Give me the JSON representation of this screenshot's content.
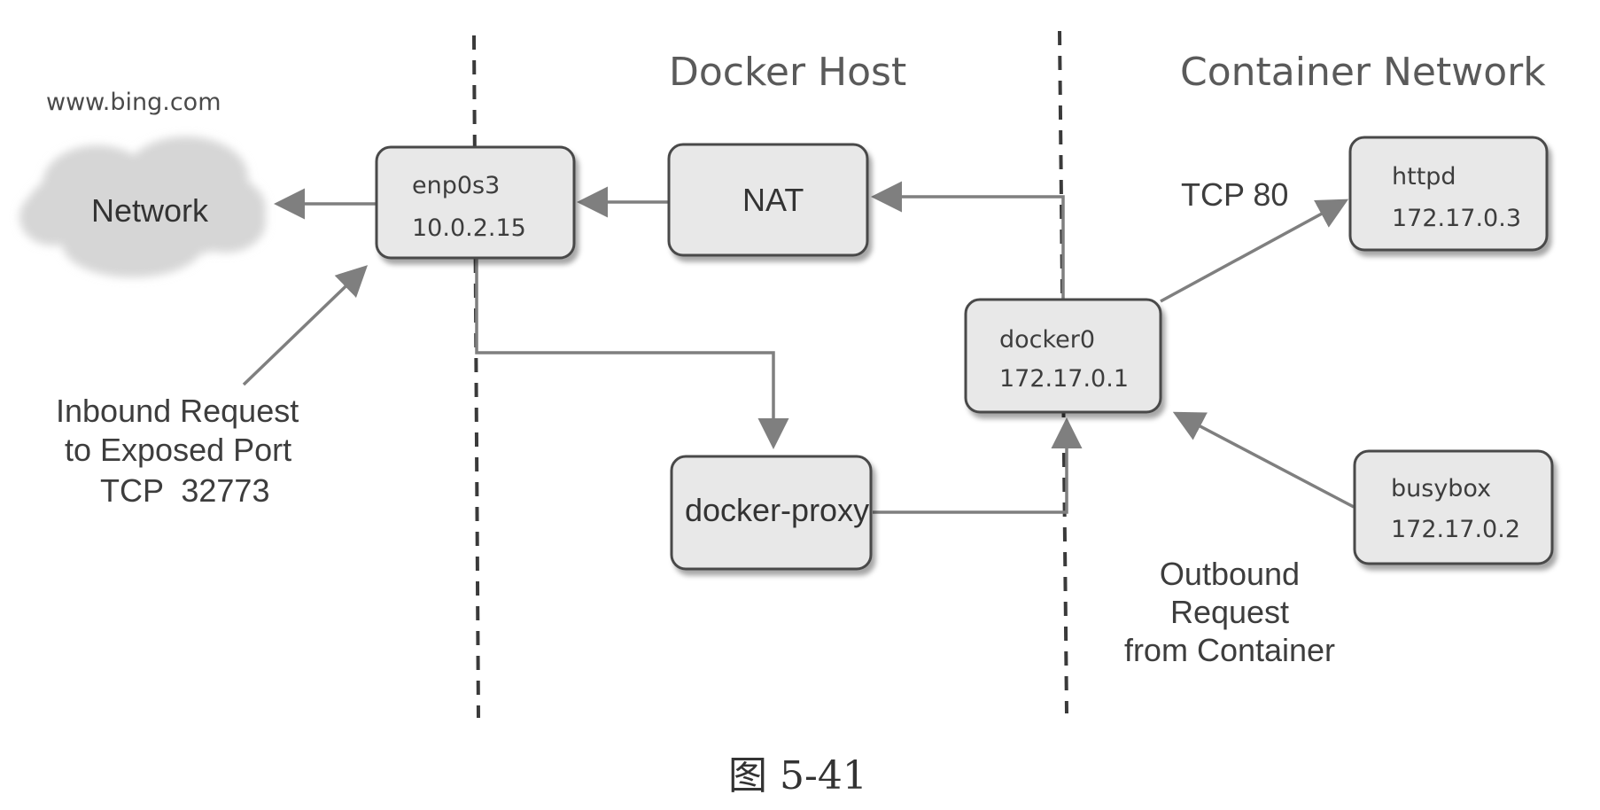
{
  "sections": {
    "host_title": "Docker Host",
    "container_title": "Container Network"
  },
  "external": {
    "site_label": "www.bing.com",
    "network_label": "Network"
  },
  "nodes": {
    "enp0s3": {
      "name": "enp0s3",
      "ip": "10.0.2.15"
    },
    "nat": {
      "name": "NAT"
    },
    "docker_proxy": {
      "name": "docker-proxy"
    },
    "docker0": {
      "name": "docker0",
      "ip": "172.17.0.1"
    },
    "httpd": {
      "name": "httpd",
      "ip": "172.17.0.3"
    },
    "busybox": {
      "name": "busybox",
      "ip": "172.17.0.2"
    }
  },
  "annotations": {
    "inbound": [
      "Inbound Request",
      "to Exposed Port",
      "TCP  32773"
    ],
    "tcp80": "TCP 80",
    "outbound": [
      "Outbound",
      "Request",
      "from Container"
    ]
  },
  "caption": "图 5-41",
  "colors": {
    "box_fill": "#e8e8e8",
    "arrow": "#7f7f7f",
    "cloud": "#d9d9d9"
  }
}
